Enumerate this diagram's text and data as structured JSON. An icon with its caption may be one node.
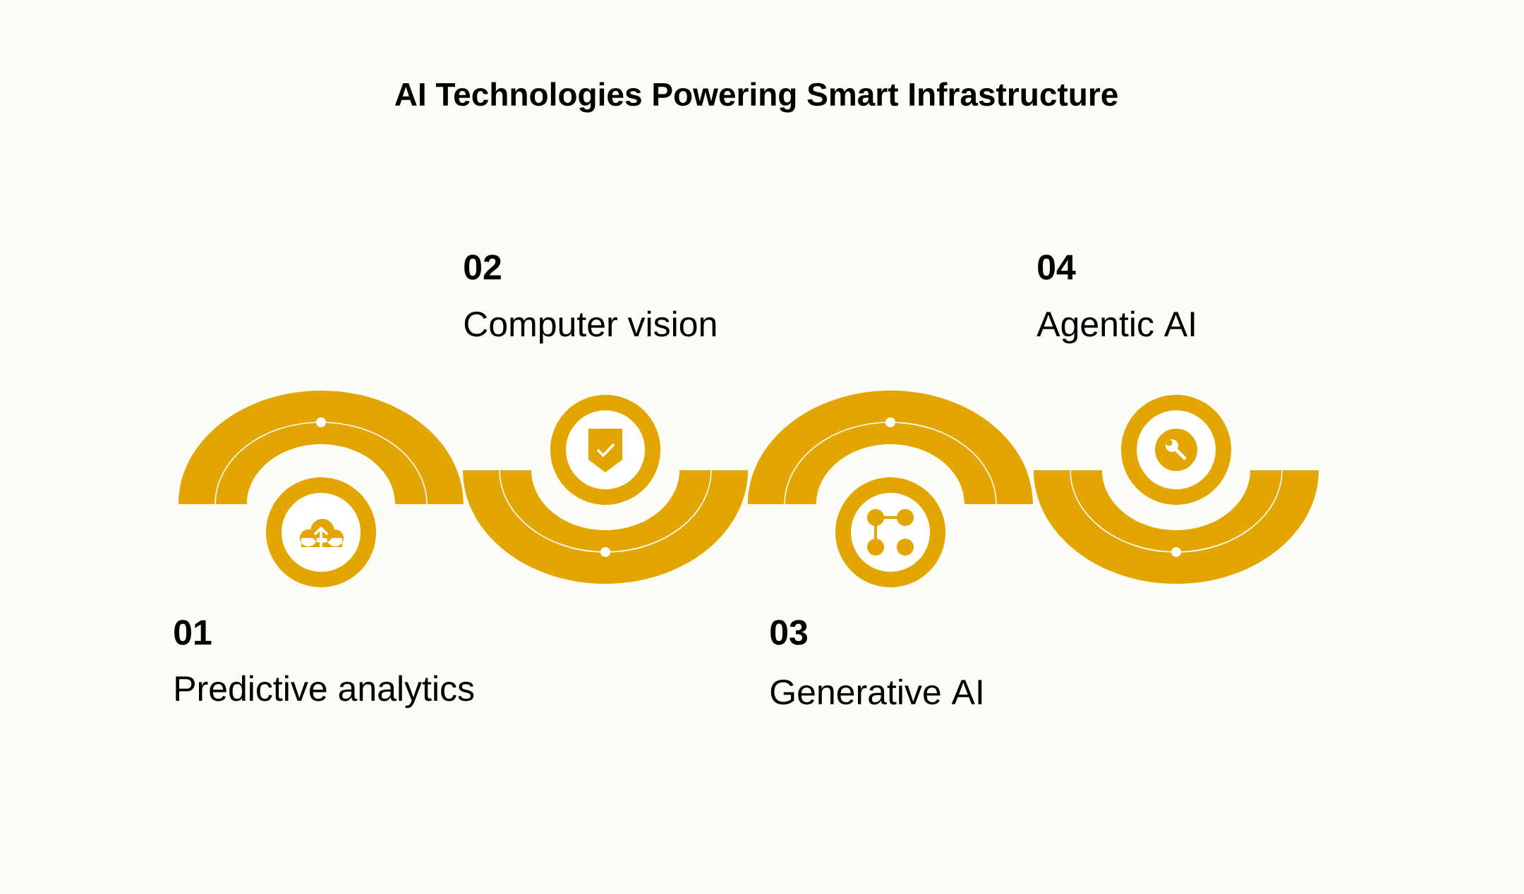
{
  "diagram": {
    "title": "AI Technologies Powering Smart Infrastructure",
    "labels": [
      "01",
      "Predictive analytics",
      "02",
      "Computer vision",
      "03",
      "Generative AI",
      "04",
      "Agentic AI"
    ]
  }
}
